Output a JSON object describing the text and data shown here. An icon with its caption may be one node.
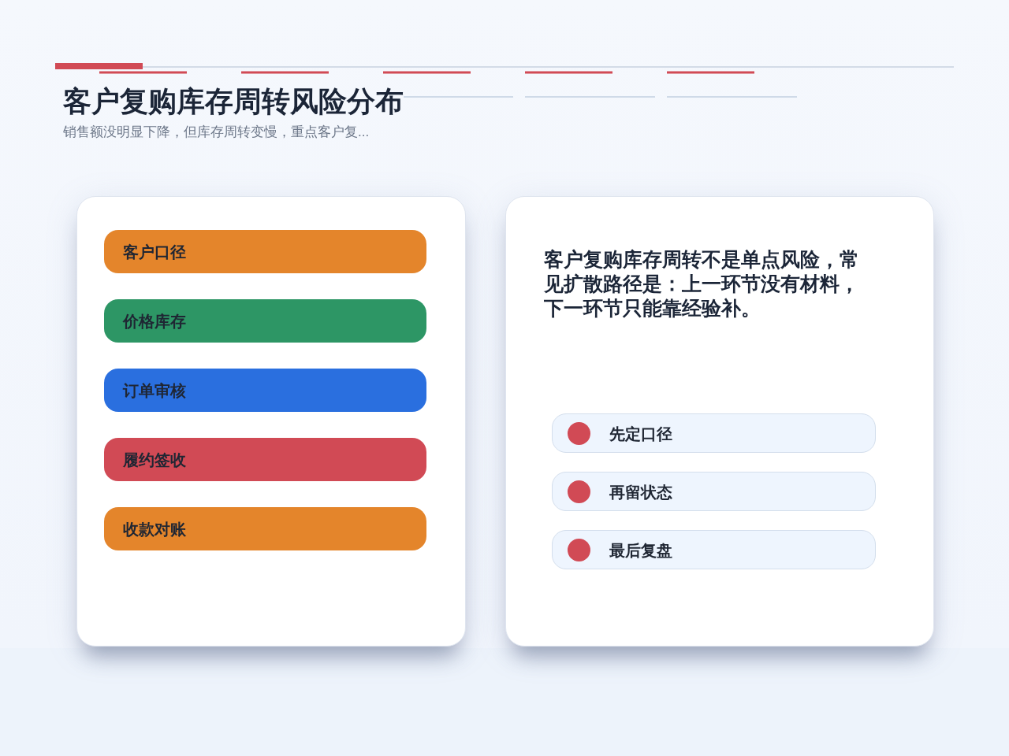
{
  "diagram": {
    "title": "客户复购库存周转风险分布",
    "nodes": [
      {
        "text": [],
        "shape": "box"
      },
      {
        "text": [
          "客户口径"
        ],
        "in": 0
      },
      {
        "text": [
          "价格库存"
        ],
        "in": 0
      },
      {
        "text": [
          "订单审核"
        ],
        "in": 0
      },
      {
        "text": [
          "履约签收"
        ],
        "in": 0
      },
      {
        "text": [
          "收款对账"
        ],
        "in": 0
      },
      {
        "text": [
          "客户复购库存周转不是单点风险，常见扩散路径是：上一环节没有材料，下一环节只能靠经验补。"
        ]
      },
      {
        "text": [
          "先定口径"
        ],
        "in": 6
      },
      {
        "text": [
          "再留状态"
        ],
        "in": 6
      },
      {
        "text": [
          "最后复盘"
        ],
        "in": 6
      }
    ],
    "labels": [
      "销售额没明显下降，但库存周转变慢，重点客户复..."
    ]
  }
}
